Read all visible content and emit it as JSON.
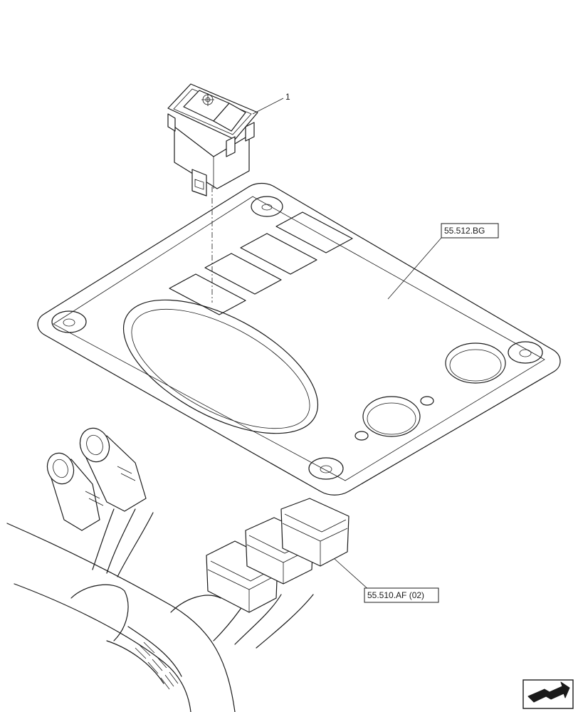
{
  "callouts": {
    "item_1": "1",
    "panel_ref": "55.512.BG",
    "connector_ref": "55.510.AF (02)"
  },
  "icons": {
    "nav": "next-page-arrow-icon"
  }
}
